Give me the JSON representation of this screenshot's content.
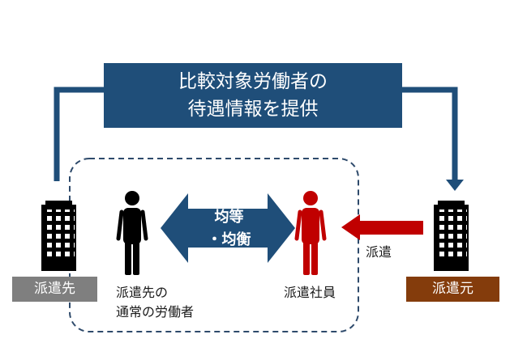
{
  "info_box": {
    "line1": "比較対象労働者の",
    "line2": "待遇情報を提供"
  },
  "equal_arrow": {
    "line1": "均等",
    "line2": "・均衡"
  },
  "buildings": {
    "destination": {
      "label": "派遣先",
      "icon": "office-building-icon"
    },
    "origin": {
      "label": "派遣元",
      "icon": "office-building-icon"
    }
  },
  "people": {
    "regular_worker": {
      "line1": "派遣先の",
      "line2": "通常の労働者",
      "icon": "person-icon",
      "color": "#000000"
    },
    "dispatched_worker": {
      "label": "派遣社員",
      "icon": "person-icon",
      "color": "#c00000"
    }
  },
  "dispatch_arrow": {
    "label": "派遣",
    "color": "#c00000"
  },
  "colors": {
    "navy": "#1f4e79",
    "dashed_border": "#2e4a6b",
    "destination_tag": "#7f7f7f",
    "origin_tag": "#843c0c"
  }
}
